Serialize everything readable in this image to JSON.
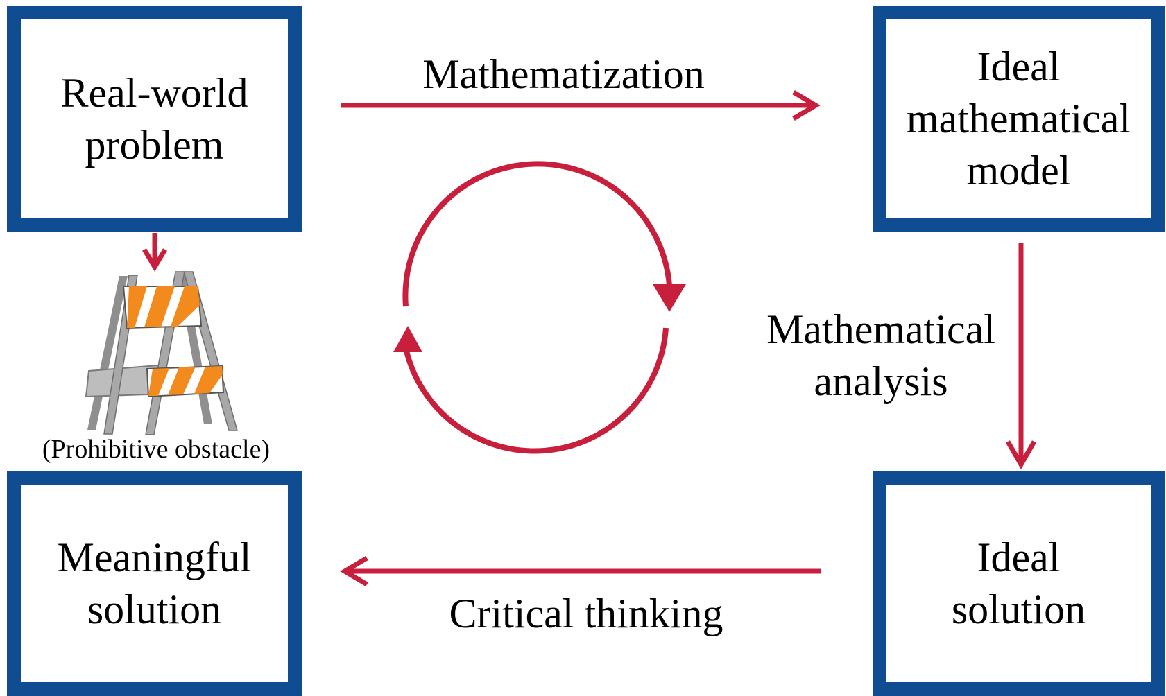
{
  "colors": {
    "box_border": "#0f4c92",
    "arrow": "#c8203c",
    "barricade_stripe_orange": "#f28a1e",
    "barricade_frame": "#9a9a9a"
  },
  "boxes": {
    "real_world": "Real-world\nproblem",
    "model": "Ideal\nmathematical\nmodel",
    "meaningful": "Meaningful\nsolution",
    "ideal_solution": "Ideal\nsolution"
  },
  "edges": {
    "mathematization": "Mathematization",
    "analysis": "Mathematical\nanalysis",
    "critical": "Critical thinking"
  },
  "obstacle": {
    "label": "(Prohibitive obstacle)",
    "icon": "road-barricade-icon"
  },
  "cycle_icon": "circular-arrows-icon"
}
